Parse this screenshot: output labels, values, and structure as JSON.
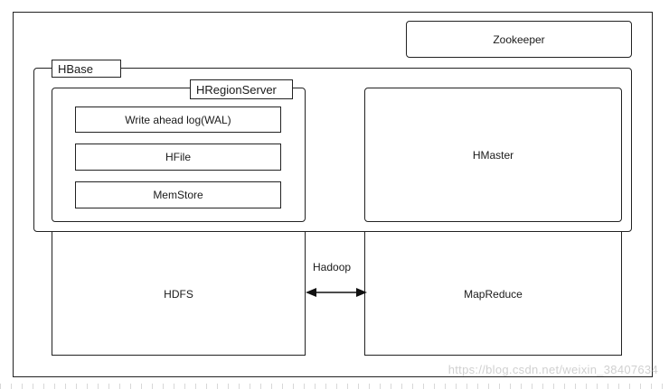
{
  "diagram": {
    "zookeeper": "Zookeeper",
    "hbase": "HBase",
    "hregionserver": "HRegionServer",
    "wal": "Write ahead log(WAL)",
    "hfile": "HFile",
    "memstore": "MemStore",
    "hmaster": "HMaster",
    "hdfs": "HDFS",
    "mapreduce": "MapReduce",
    "hadoop": "Hadoop"
  },
  "watermark": "https://blog.csdn.net/weixin_38407634"
}
